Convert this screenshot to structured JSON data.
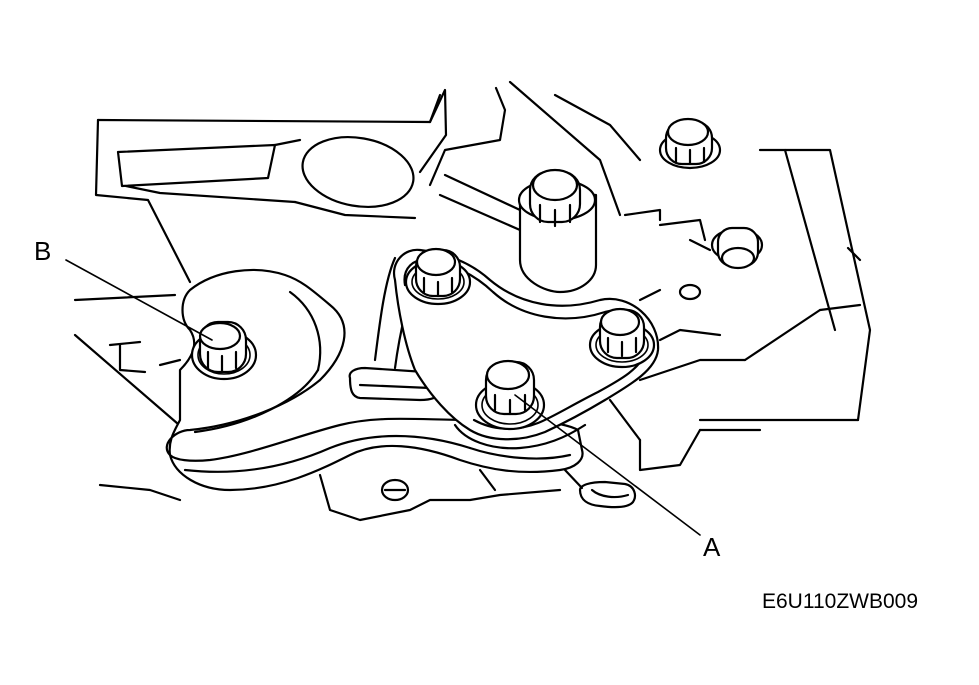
{
  "callouts": {
    "a": "A",
    "b": "B"
  },
  "figure_code": "E6U110ZWB009",
  "colors": {
    "ink": "#000000",
    "paper": "#ffffff"
  }
}
